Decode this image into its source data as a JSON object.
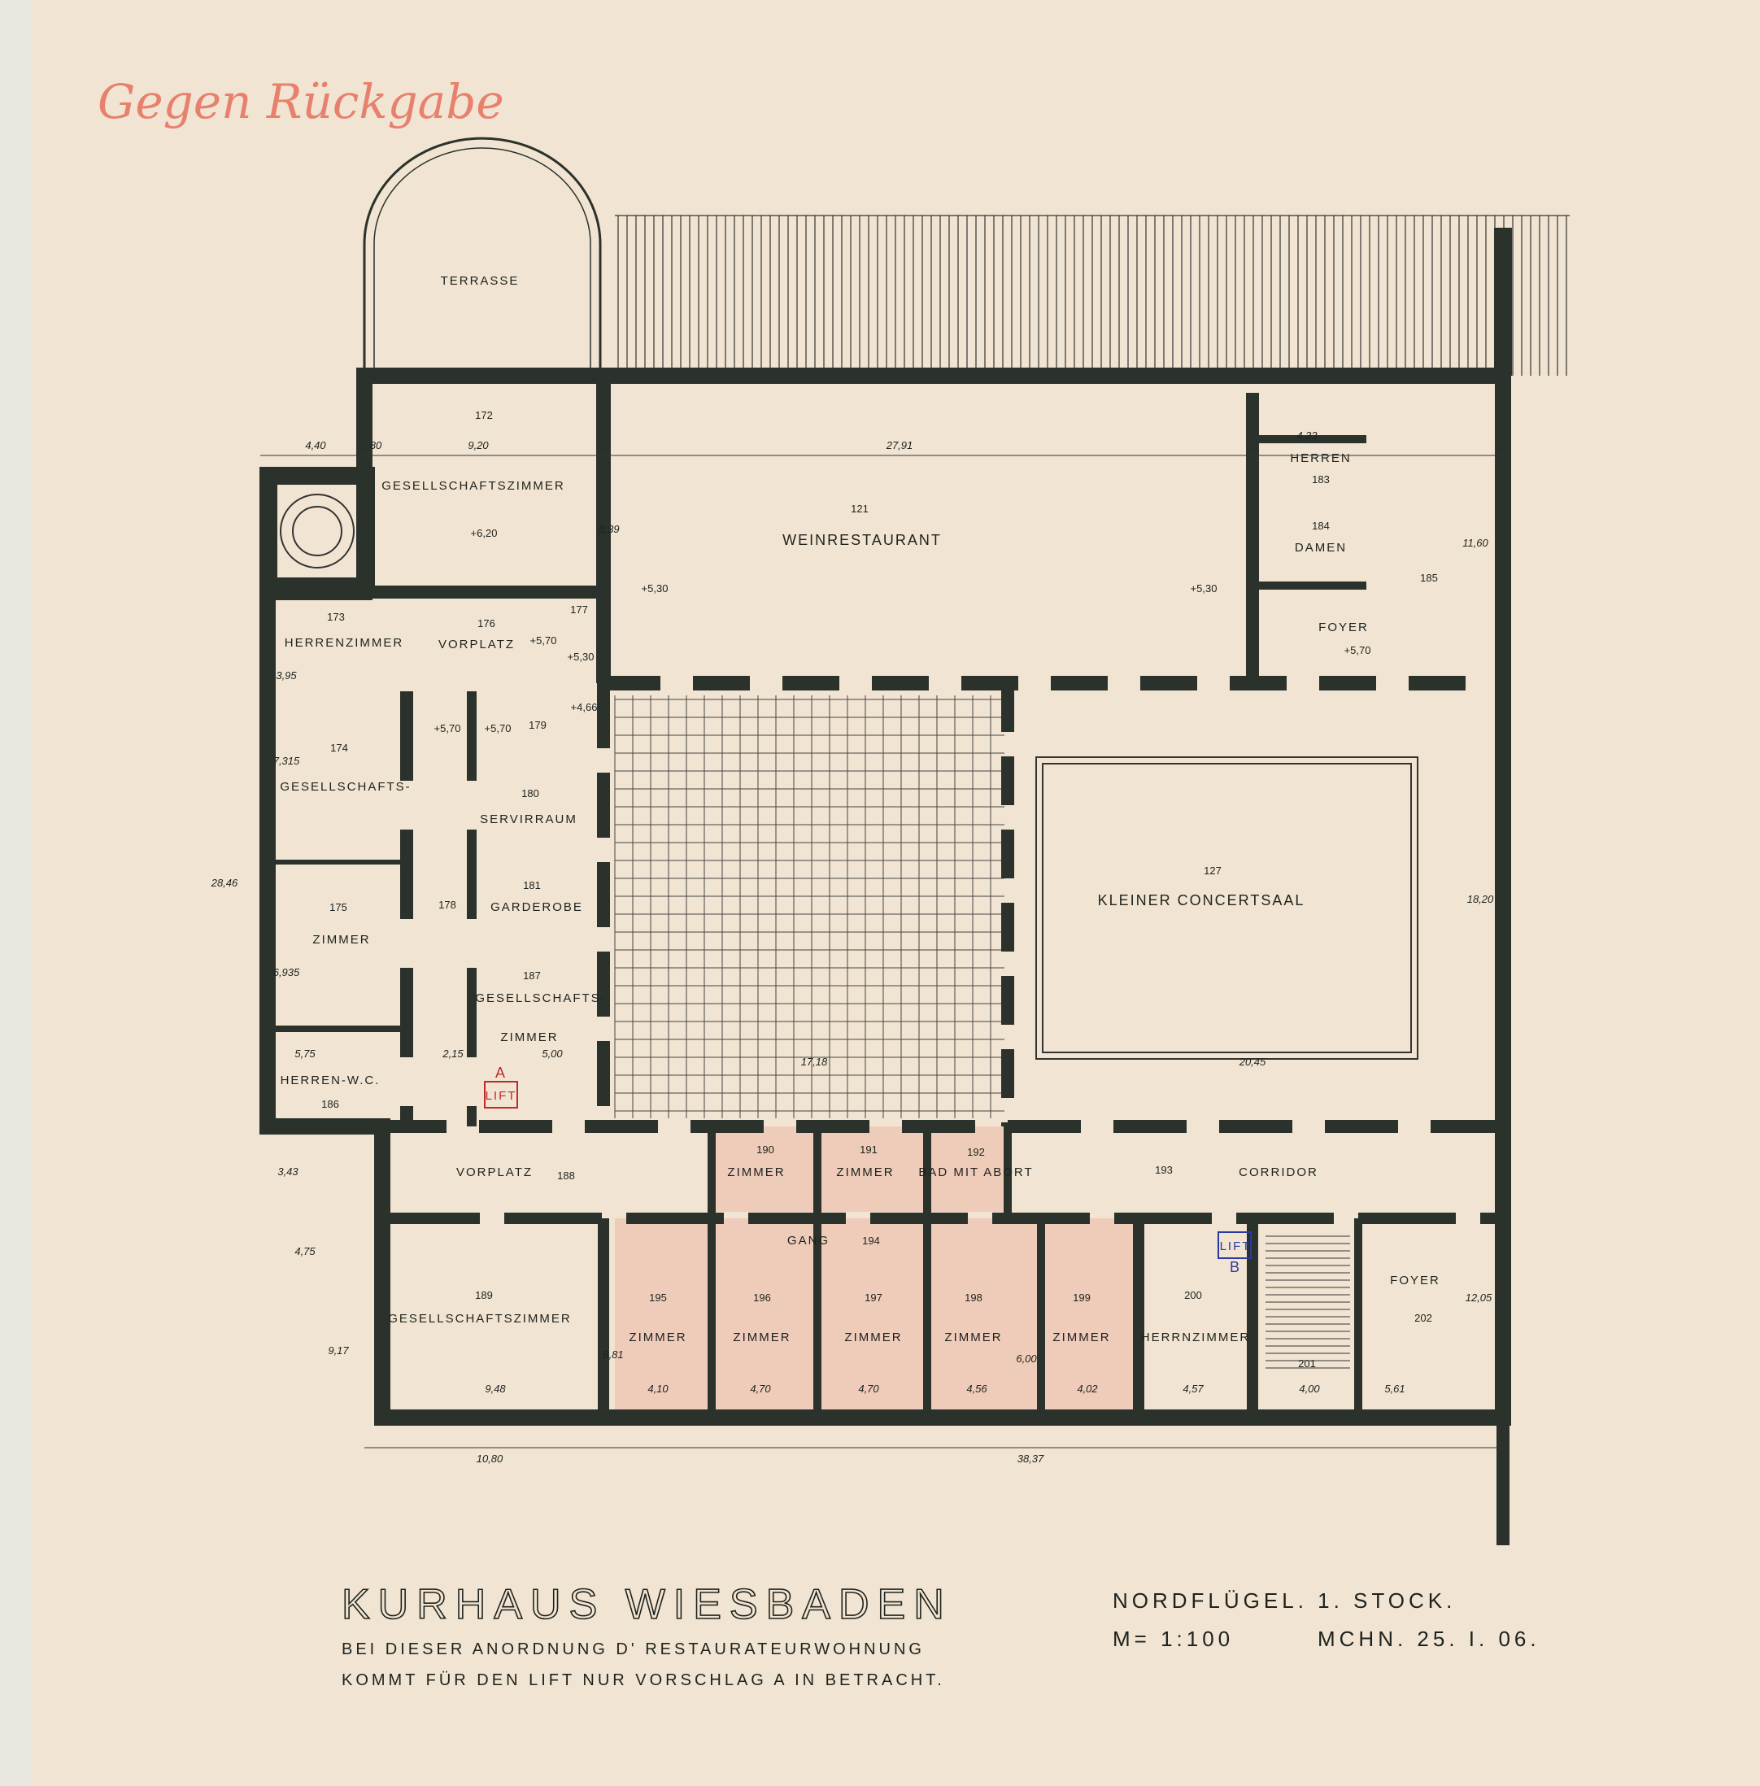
{
  "handwritten_note": "Gegen Rückgabe",
  "title_block": {
    "title": "KURHAUS WIESBADEN",
    "note_line1": "BEI DIESER ANORDNUNG D' RESTAURATEURWOHNUNG",
    "note_line2": "KOMMT FÜR DEN LIFT NUR VORSCHLAG A IN BETRACHT.",
    "wing": "NORDFLÜGEL. 1. STOCK.",
    "scale": "M= 1:100",
    "date": "MCHN. 25. I. 06."
  },
  "rooms": {
    "terrasse": "TERRASSE",
    "r172": {
      "num": "172",
      "name": "GESELLSCHAFTSZIMMER",
      "level": "+6,20"
    },
    "r121": {
      "num": "121",
      "name": "WEINRESTAURANT",
      "level": "+5,30"
    },
    "r183": {
      "num": "183",
      "name": "HERREN"
    },
    "r184": {
      "num": "184",
      "name": "DAMEN"
    },
    "r185": {
      "num": "185",
      "name": "FOYER",
      "level": "+5,70"
    },
    "r173": {
      "num": "173",
      "name": "HERRENZIMMER"
    },
    "r176": {
      "num": "176",
      "name": "VORPLATZ",
      "level": "+5,70"
    },
    "r177": {
      "num": "177",
      "level": "+5,30"
    },
    "r174": {
      "num": "174",
      "name": "GESELLSCHAFTS-"
    },
    "r179": {
      "num": "179",
      "level": "+5,70",
      "level2": "+4,66"
    },
    "r180": {
      "num": "180",
      "name": "SERVIRRAUM"
    },
    "r178": {
      "num": "178",
      "level": "+5,70"
    },
    "r175": {
      "num": "175",
      "name": "ZIMMER"
    },
    "r181": {
      "num": "181",
      "name": "GARDEROBE"
    },
    "r187": {
      "num": "187",
      "name1": "GESELLSCHAFTS-",
      "name2": "ZIMMER"
    },
    "r186": {
      "num": "186",
      "name": "HERREN-W.C."
    },
    "lift_a": {
      "mark": "A",
      "label": "LIFT"
    },
    "lift_b": {
      "mark": "B",
      "label": "LIFT"
    },
    "r188": {
      "num": "188",
      "name": "VORPLATZ"
    },
    "r190": {
      "num": "190",
      "name": "ZIMMER"
    },
    "r191": {
      "num": "191",
      "name": "ZIMMER"
    },
    "r192": {
      "num": "192",
      "name": "BAD MIT ABORT"
    },
    "r193": {
      "num": "193",
      "name": "CORRIDOR"
    },
    "r194": {
      "num": "194",
      "name": "GANG"
    },
    "r195": {
      "num": "195",
      "name": "ZIMMER"
    },
    "r196": {
      "num": "196",
      "name": "ZIMMER"
    },
    "r197": {
      "num": "197",
      "name": "ZIMMER"
    },
    "r198": {
      "num": "198",
      "name": "ZIMMER"
    },
    "r199": {
      "num": "199",
      "name": "ZIMMER"
    },
    "r189": {
      "num": "189",
      "name": "GESELLSCHAFTSZIMMER"
    },
    "r200": {
      "num": "200",
      "name": "HERRNZIMMER"
    },
    "r201": {
      "num": "201"
    },
    "r202": {
      "num": "202",
      "name": "FOYER"
    },
    "r127": {
      "num": "127",
      "name": "KLEINER CONCERTSAAL"
    }
  },
  "dimensions": {
    "d440": "4,40",
    "d80": "80",
    "d920": "9,20",
    "d839": "8,39",
    "d2791": "27,91",
    "d433": "4,33",
    "d1160": "11,60",
    "d395": "3,95",
    "d7315": "7,315",
    "d6935": "6,935",
    "d575": "5,75",
    "d215": "2,15",
    "d500": "5,00",
    "d1718": "17,18",
    "d2045": "20,45",
    "d1820": "18,20",
    "d2846": "28,46",
    "d475": "4,75",
    "d343": "3,43",
    "d917": "9,17",
    "d881": "8,81",
    "d948": "9,48",
    "d410": "4,10",
    "d470a": "4,70",
    "d470b": "4,70",
    "d456": "4,56",
    "d402": "4,02",
    "d457": "4,57",
    "d400": "4,00",
    "d561": "5,61",
    "d600": "6,00",
    "d1205": "12,05",
    "d1080": "10,80",
    "d3837": "38,37"
  },
  "colors": {
    "paper": "#f1e4d2",
    "wall": "#2b322c",
    "pink_wash": "#efc6b4",
    "lift_a": "#c0282c",
    "lift_b": "#2a3aa0"
  }
}
